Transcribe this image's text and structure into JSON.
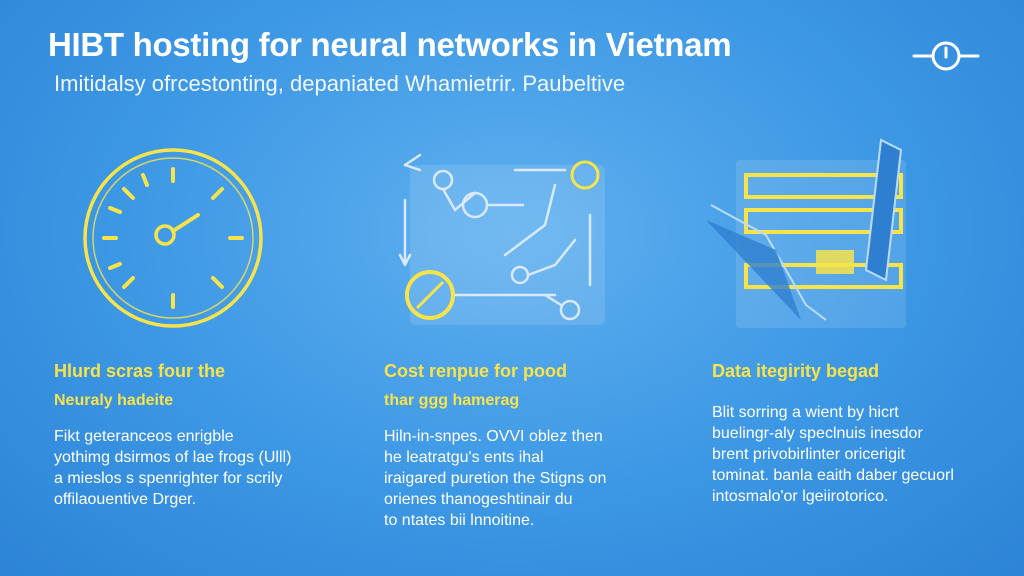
{
  "header": {
    "title": "HIBT  hosting for  neural networks in Vietnam",
    "subtitle": "Imitidalsy ofrcestonting, depaniated Whamietrir. Paubeltive",
    "menu_icon": "clock-toggle-icon"
  },
  "columns": [
    {
      "illustration_icon": "speedometer-gauge-icon",
      "heading_line1": "Hlurd scras four the",
      "heading_line2": "Neuraly hadeite",
      "body": [
        "Fikt geteranceos enrigble",
        "yothimg dsirmos of lae frogs (Ulll)",
        "a mieslos s spenrighter for scrily",
        "offilaouentive Drger."
      ]
    },
    {
      "illustration_icon": "network-flow-diagram-icon",
      "heading_line1": "Cost renpue for pood",
      "heading_line2": "thar ggg hamerag",
      "body": [
        "Hiln-in-snpes. OVVI oblez then",
        "he leatratgu's ents ihal",
        "iraigared puretion the Stigns on",
        "orienes thanogeshtinair du",
        "to ntates bii lnnoitine."
      ]
    },
    {
      "illustration_icon": "data-document-stack-icon",
      "heading_line1": "Data itegirity begad",
      "heading_line2": "",
      "body": [
        "Blit sorring a wient by hicrt",
        "buelingr-aly speclnuis inesdor",
        "brent privobirlinter oricerigit",
        "tominat. banla eaith daber gecuorl",
        "intosmalo'or lgeiirotorico."
      ]
    }
  ],
  "colors": {
    "background": "#3c97e4",
    "accent_yellow": "#f7e34a",
    "text": "#ffffff"
  }
}
